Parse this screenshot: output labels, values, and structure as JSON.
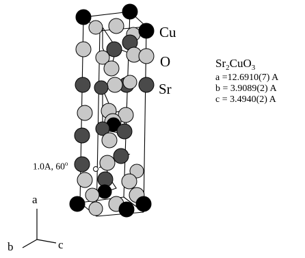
{
  "legend": {
    "cu": "Cu",
    "o": "O",
    "sr": "Sr"
  },
  "compound": {
    "formula_base": "Sr",
    "formula_sub1": "2",
    "formula_mid": "CuO",
    "formula_sub2": "3",
    "param_a": "a =12.6910(7) A",
    "param_b": "b = 3.9089(2) A",
    "param_c": "c = 3.4940(2) A"
  },
  "annotation": {
    "text": "1.0A, 60"
  },
  "axes": {
    "a": "a",
    "b": "b",
    "c": "c"
  },
  "colors": {
    "cu": "#000000",
    "o": "#c8c8c8",
    "sr": "#4a4a4a"
  }
}
